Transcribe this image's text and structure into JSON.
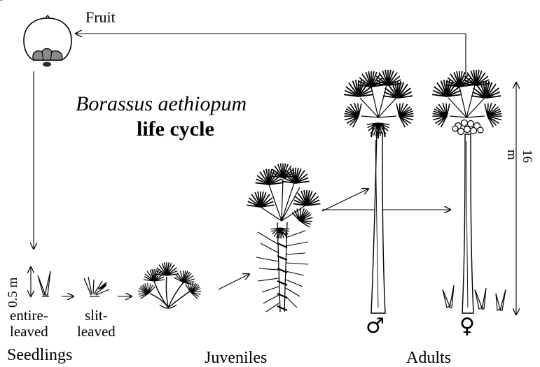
{
  "diagram": {
    "title_species": "Borassus aethiopum",
    "title_suffix": "life cycle",
    "fruit_label": "Fruit",
    "seedling_scale": "0.5 m",
    "adult_scale": "16 m",
    "seedling_types": [
      "entire-\nleaved",
      "slit-\nleaved"
    ],
    "stages": [
      "Seedlings",
      "Juveniles",
      "Adults"
    ],
    "sex_symbols": [
      "♂",
      "♀"
    ]
  }
}
